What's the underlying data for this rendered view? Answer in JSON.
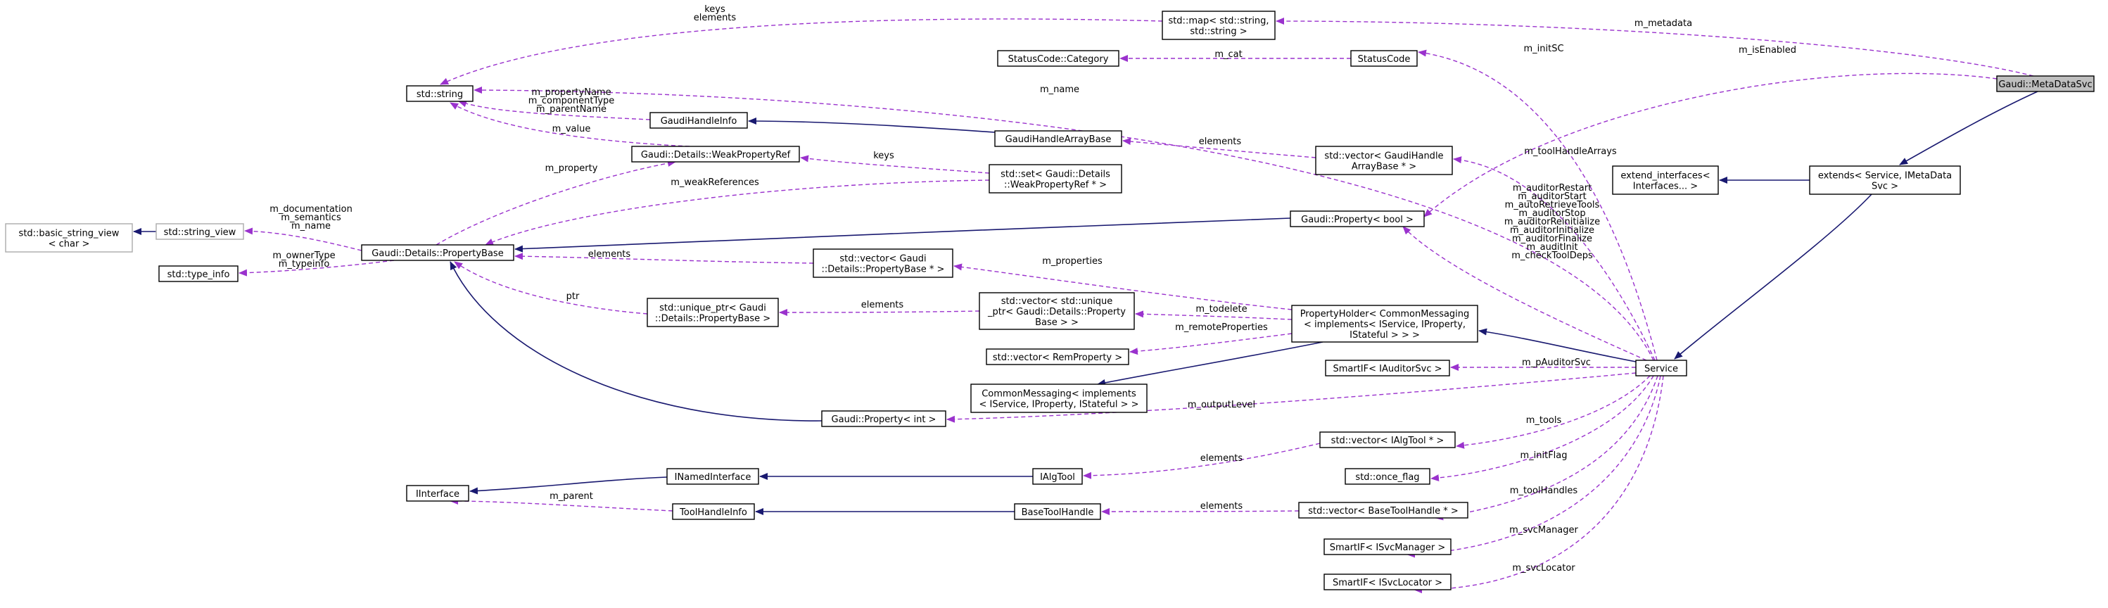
{
  "colors": {
    "inheritance_edge": "#191970",
    "usage_edge": "#9a32cd",
    "focus_fill": "#bfbfbf",
    "external_border": "#aaaaaa"
  },
  "nodes": [
    {
      "id": "metadatasvc",
      "lines": [
        "Gaudi::MetaDataSvc"
      ]
    },
    {
      "id": "extends",
      "lines": [
        "extends< Service, IMetaData",
        "Svc >"
      ]
    },
    {
      "id": "extend_if",
      "lines": [
        "extend_interfaces<",
        "Interfaces... >"
      ]
    },
    {
      "id": "service",
      "lines": [
        "Service"
      ]
    },
    {
      "id": "propholder",
      "lines": [
        "PropertyHolder< CommonMessaging",
        "< implements< IService, IProperty,",
        "IStateful > > >"
      ]
    },
    {
      "id": "commonmsg",
      "lines": [
        "CommonMessaging< implements",
        "< IService, IProperty, IStateful > >"
      ]
    },
    {
      "id": "map",
      "lines": [
        "std::map< std::string,",
        "std::string >"
      ]
    },
    {
      "id": "string",
      "lines": [
        "std::string"
      ]
    },
    {
      "id": "statuscode",
      "lines": [
        "StatusCode"
      ]
    },
    {
      "id": "sccat",
      "lines": [
        "StatusCode::Category"
      ]
    },
    {
      "id": "ghinfo",
      "lines": [
        "GaudiHandleInfo"
      ]
    },
    {
      "id": "gharraybase",
      "lines": [
        "GaudiHandleArrayBase"
      ]
    },
    {
      "id": "vecgharray",
      "lines": [
        "std::vector< GaudiHandle",
        "ArrayBase * >"
      ]
    },
    {
      "id": "weakref",
      "lines": [
        "Gaudi::Details::WeakPropertyRef"
      ]
    },
    {
      "id": "setweak",
      "lines": [
        "std::set< Gaudi::Details",
        "::WeakPropertyRef * >"
      ]
    },
    {
      "id": "propbool",
      "lines": [
        "Gaudi::Property< bool >"
      ]
    },
    {
      "id": "bsv",
      "lines": [
        "std::basic_string_view",
        "< char >"
      ]
    },
    {
      "id": "sv",
      "lines": [
        "std::string_view"
      ]
    },
    {
      "id": "propbase",
      "lines": [
        "Gaudi::Details::PropertyBase"
      ]
    },
    {
      "id": "typeinfo",
      "lines": [
        "std::type_info"
      ]
    },
    {
      "id": "vecpropbase",
      "lines": [
        "std::vector< Gaudi",
        "::Details::PropertyBase * >"
      ]
    },
    {
      "id": "uniqptr",
      "lines": [
        "std::unique_ptr< Gaudi",
        "::Details::PropertyBase >"
      ]
    },
    {
      "id": "vecuniq",
      "lines": [
        "std::vector< std::unique",
        "_ptr< Gaudi::Details::Property",
        "Base > >"
      ]
    },
    {
      "id": "vecrem",
      "lines": [
        "std::vector< RemProperty >"
      ]
    },
    {
      "id": "smartaud",
      "lines": [
        "SmartIF< IAuditorSvc >"
      ]
    },
    {
      "id": "propint",
      "lines": [
        "Gaudi::Property< int >"
      ]
    },
    {
      "id": "vecalgtool",
      "lines": [
        "std::vector< IAlgTool * >"
      ]
    },
    {
      "id": "namedif",
      "lines": [
        "INamedInterface"
      ]
    },
    {
      "id": "ialgtool",
      "lines": [
        "IAlgTool"
      ]
    },
    {
      "id": "onceflag",
      "lines": [
        "std::once_flag"
      ]
    },
    {
      "id": "iinterface",
      "lines": [
        "IInterface"
      ]
    },
    {
      "id": "thinfo",
      "lines": [
        "ToolHandleInfo"
      ]
    },
    {
      "id": "basetool",
      "lines": [
        "BaseToolHandle"
      ]
    },
    {
      "id": "vecbasetool",
      "lines": [
        "std::vector< BaseToolHandle * >"
      ]
    },
    {
      "id": "smartsvcmgr",
      "lines": [
        "SmartIF< ISvcManager >"
      ]
    },
    {
      "id": "smartsvcloc",
      "lines": [
        "SmartIF< ISvcLocator >"
      ]
    }
  ],
  "edge_labels": [
    {
      "id": "l_keys_elements",
      "lines": [
        "keys",
        "elements"
      ]
    },
    {
      "id": "l_m_metadata",
      "lines": [
        "m_metadata"
      ]
    },
    {
      "id": "l_m_cat",
      "lines": [
        "m_cat"
      ]
    },
    {
      "id": "l_m_initsc",
      "lines": [
        "m_initSC"
      ]
    },
    {
      "id": "l_m_isenabled",
      "lines": [
        "m_isEnabled"
      ]
    },
    {
      "id": "l_m_name",
      "lines": [
        "m_name"
      ]
    },
    {
      "id": "l_ghinfo_fields",
      "lines": [
        "m_propertyName",
        "m_componentType",
        "m_parentName"
      ]
    },
    {
      "id": "l_m_value",
      "lines": [
        "m_value"
      ]
    },
    {
      "id": "l_elements_gh",
      "lines": [
        "elements"
      ]
    },
    {
      "id": "l_m_toolhandlearrays",
      "lines": [
        "m_toolHandleArrays"
      ]
    },
    {
      "id": "l_keys_set",
      "lines": [
        "keys"
      ]
    },
    {
      "id": "l_m_property",
      "lines": [
        "m_property"
      ]
    },
    {
      "id": "l_m_weakrefs",
      "lines": [
        "m_weakReferences"
      ]
    },
    {
      "id": "l_bool_fields",
      "lines": [
        "m_auditorRestart",
        "m_auditorStart",
        "m_autoRetrieveTools",
        "m_auditorStop",
        "m_auditorReinitialize",
        "m_auditorInitialize",
        "m_auditorFinalize",
        "m_auditInit",
        "m_checkToolDeps"
      ]
    },
    {
      "id": "l_sv_fields",
      "lines": [
        "m_documentation",
        "m_semantics",
        "m_name"
      ]
    },
    {
      "id": "l_owner_fields",
      "lines": [
        "m_ownerType",
        "m_typeinfo"
      ]
    },
    {
      "id": "l_elements_pb",
      "lines": [
        "elements"
      ]
    },
    {
      "id": "l_m_properties",
      "lines": [
        "m_properties"
      ]
    },
    {
      "id": "l_ptr",
      "lines": [
        "ptr"
      ]
    },
    {
      "id": "l_elements_uniq",
      "lines": [
        "elements"
      ]
    },
    {
      "id": "l_m_todelete",
      "lines": [
        "m_todelete"
      ]
    },
    {
      "id": "l_m_remoteprops",
      "lines": [
        "m_remoteProperties"
      ]
    },
    {
      "id": "l_m_pauditorsvc",
      "lines": [
        "m_pAuditorSvc"
      ]
    },
    {
      "id": "l_m_outputlevel",
      "lines": [
        "m_outputLevel"
      ]
    },
    {
      "id": "l_m_tools",
      "lines": [
        "m_tools"
      ]
    },
    {
      "id": "l_elements_algtool",
      "lines": [
        "elements"
      ]
    },
    {
      "id": "l_m_initflag",
      "lines": [
        "m_initFlag"
      ]
    },
    {
      "id": "l_m_parent",
      "lines": [
        "m_parent"
      ]
    },
    {
      "id": "l_elements_basetool",
      "lines": [
        "elements"
      ]
    },
    {
      "id": "l_m_toolhandles",
      "lines": [
        "m_toolHandles"
      ]
    },
    {
      "id": "l_m_svcmanager",
      "lines": [
        "m_svcManager"
      ]
    },
    {
      "id": "l_m_svclocator",
      "lines": [
        "m_svcLocator"
      ]
    }
  ]
}
